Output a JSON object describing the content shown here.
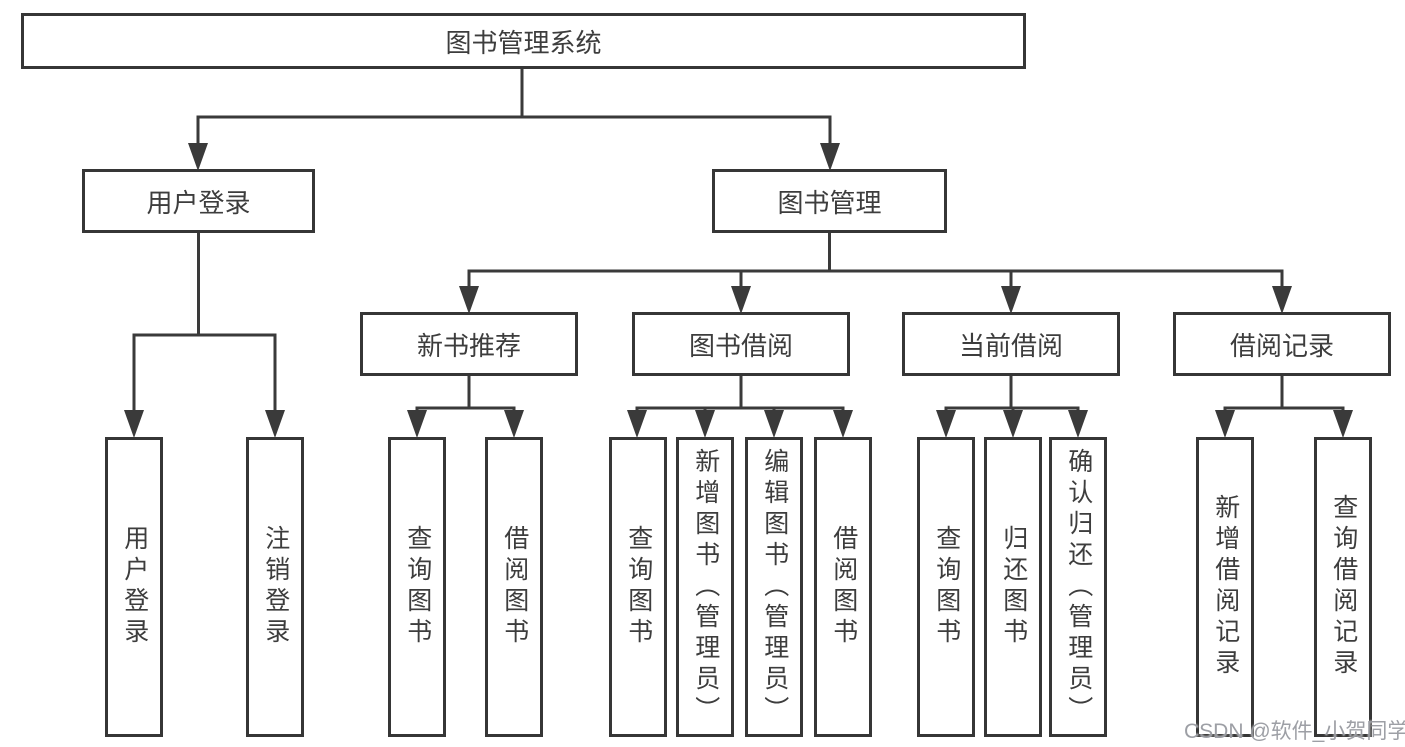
{
  "diagram": {
    "root": {
      "label": "图书管理系统"
    },
    "level2": [
      {
        "label": "用户登录"
      },
      {
        "label": "图书管理"
      }
    ],
    "level3": [
      {
        "label": "新书推荐"
      },
      {
        "label": "图书借阅"
      },
      {
        "label": "当前借阅"
      },
      {
        "label": "借阅记录"
      }
    ],
    "leaves": [
      {
        "label": "用户登录"
      },
      {
        "label": "注销登录"
      },
      {
        "label": "查询图书"
      },
      {
        "label": "借阅图书"
      },
      {
        "label": "查询图书"
      },
      {
        "label": "新增图书（管理员）"
      },
      {
        "label": "编辑图书（管理员）"
      },
      {
        "label": "借阅图书"
      },
      {
        "label": "查询图书"
      },
      {
        "label": "归还图书"
      },
      {
        "label": "确认归还（管理员）"
      },
      {
        "label": "新增借阅记录"
      },
      {
        "label": "查询借阅记录"
      }
    ],
    "hierarchy": {
      "图书管理系统": [
        "用户登录",
        "图书管理"
      ],
      "用户登录": [
        "用户登录",
        "注销登录"
      ],
      "图书管理": [
        "新书推荐",
        "图书借阅",
        "当前借阅",
        "借阅记录"
      ],
      "新书推荐": [
        "查询图书",
        "借阅图书"
      ],
      "图书借阅": [
        "查询图书",
        "新增图书（管理员）",
        "编辑图书（管理员）",
        "借阅图书"
      ],
      "当前借阅": [
        "查询图书",
        "归还图书",
        "确认归还（管理员）"
      ],
      "借阅记录": [
        "新增借阅记录",
        "查询借阅记录"
      ]
    },
    "watermark": "CSDN @软件_小贺同学",
    "colors": {
      "line": "#3a3a3a",
      "border": "#363636",
      "text": "#3d3d3d",
      "watermark": "#989aa0",
      "background": "#ffffff"
    }
  }
}
